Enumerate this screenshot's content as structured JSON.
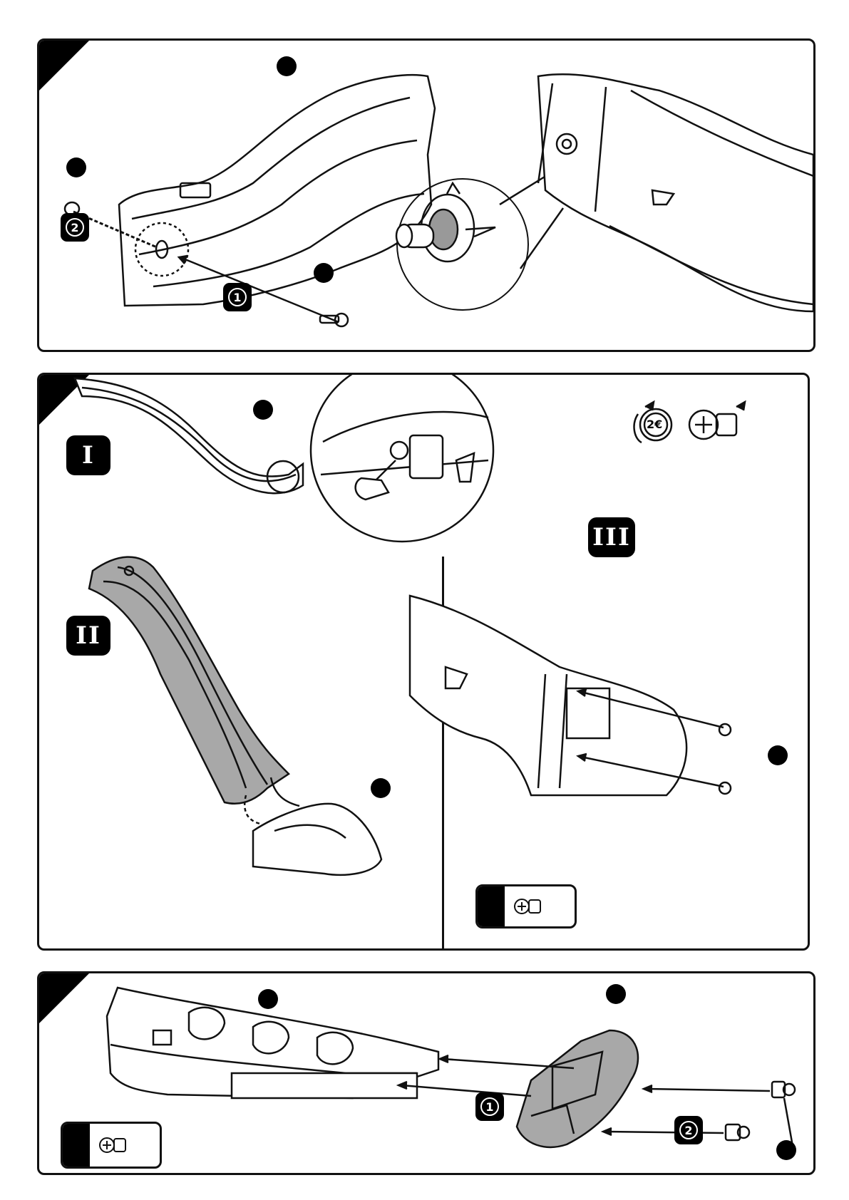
{
  "step1": {
    "callout_1": "1",
    "callout_2": "2"
  },
  "step2": {
    "sub_1": "I",
    "sub_2": "II",
    "sub_3": "III",
    "coin_label": "2€"
  },
  "step3": {
    "callout_1": "1",
    "callout_2": "2"
  },
  "icons": {
    "screw": "screw-icon",
    "pointer": "arrow-icon",
    "part_marker": "part-dot-icon",
    "coin": "coin-icon",
    "hand": "hand-icon"
  }
}
